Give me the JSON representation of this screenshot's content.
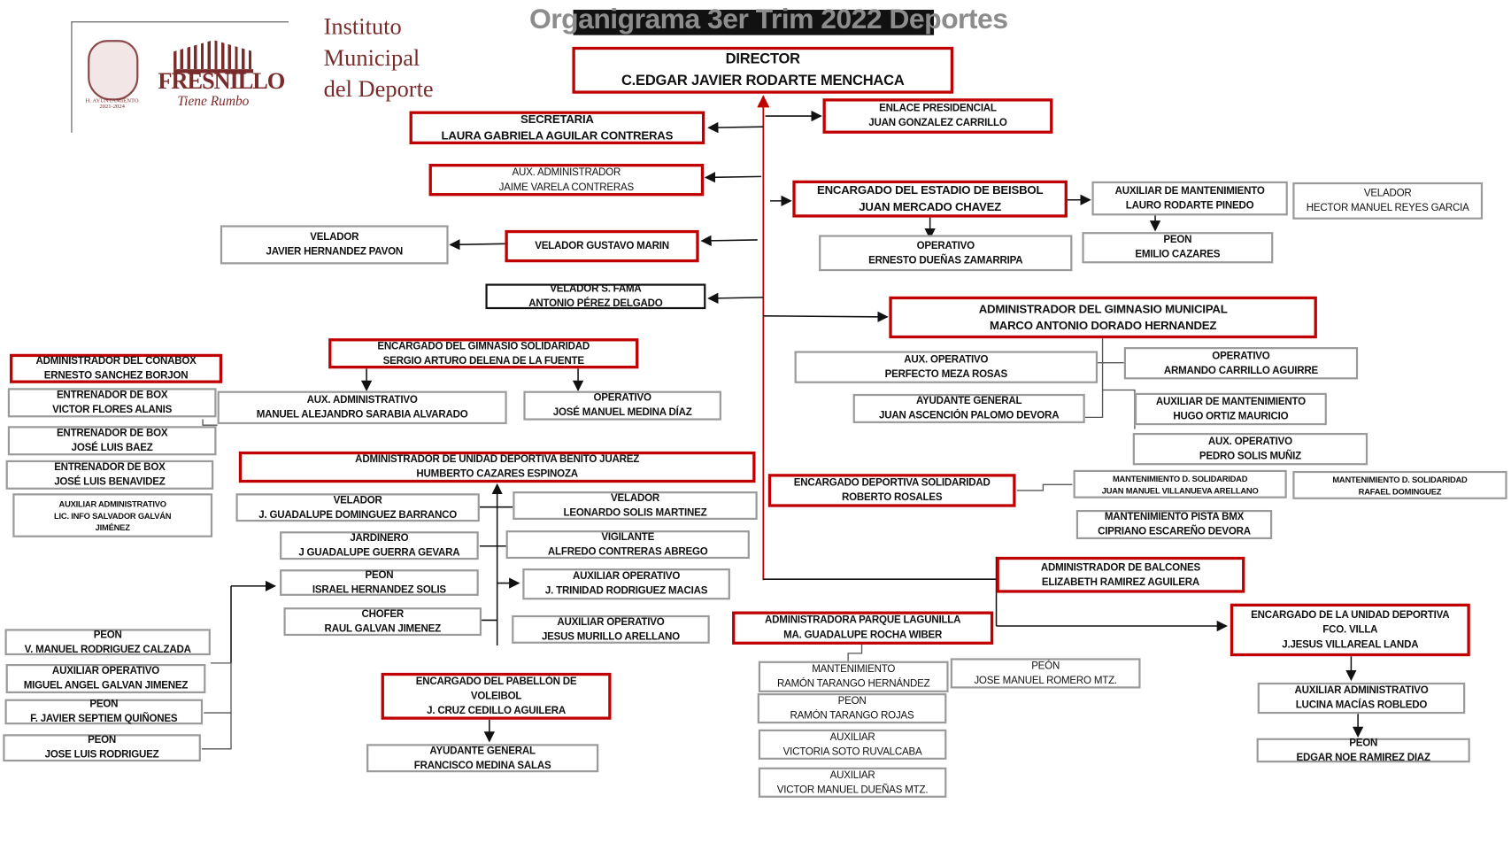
{
  "title": "Organigrama 3er Trim 2022 Deportes",
  "logo": {
    "city": "FRESNILLO",
    "slogan": "Tiene Rumbo",
    "ayuntamiento": "H. AYUNTAMIENTO 2021-2024"
  },
  "institute": [
    "Instituto",
    "Municipal",
    "del Deporte"
  ],
  "colors": {
    "accent": "#c00000",
    "brand": "#7a2b2b",
    "title": "#8c8c8c"
  },
  "boxes": [
    {
      "lines": [
        "DIRECTOR",
        "C.EDGAR JAVIER RODARTE MENCHACA"
      ]
    },
    {
      "lines": [
        "SECRETARIA",
        "LAURA GABRIELA AGUILAR CONTRERAS"
      ]
    },
    {
      "lines": [
        "ENLACE PRESIDENCIAL",
        "JUAN  GONZALEZ CARRILLO"
      ]
    },
    {
      "lines": [
        "AUX. ADMINISTRADOR",
        "JAIME VARELA CONTRERAS"
      ]
    },
    {
      "lines": [
        "ENCARGADO DEL ESTADIO DE BEISBOL",
        "JUAN MERCADO CHAVEZ"
      ]
    },
    {
      "lines": [
        "AUXILIAR DE MANTENIMIENTO",
        "LAURO RODARTE PINEDO"
      ]
    },
    {
      "lines": [
        "VELADOR",
        "HECTOR MANUEL REYES GARCIA"
      ]
    },
    {
      "lines": [
        "VELADOR",
        "JAVIER HERNANDEZ PAVON"
      ]
    },
    {
      "lines": [
        "VELADOR GUSTAVO MARIN"
      ]
    },
    {
      "lines": [
        "OPERATIVO",
        "ERNESTO DUEÑAS ZAMARRIPA"
      ]
    },
    {
      "lines": [
        "PEON",
        "EMILIO CAZARES"
      ]
    },
    {
      "lines": [
        "VELADOR S. FAMA",
        "ANTONIO PÉREZ  DELGADO"
      ]
    },
    {
      "lines": [
        "ADMINISTRADOR DEL GIMNASIO MUNICIPAL",
        "MARCO ANTONIO DORADO HERNANDEZ"
      ]
    },
    {
      "lines": [
        "ADMINISTRADOR DEL CONABOX",
        "ERNESTO SANCHEZ BORJON"
      ]
    },
    {
      "lines": [
        "ENCARGADO DEL GIMNASIO SOLIDARIDAD",
        "SERGIO ARTURO DELENA DE LA FUENTE"
      ]
    },
    {
      "lines": [
        "AUX. OPERATIVO",
        "PERFECTO MEZA ROSAS"
      ]
    },
    {
      "lines": [
        "OPERATIVO",
        "ARMANDO CARRILLO AGUIRRE"
      ]
    },
    {
      "lines": [
        "ENTRENADOR DE BOX",
        "VICTOR FLORES ALANIS"
      ]
    },
    {
      "lines": [
        "AUX. ADMINISTRATIVO",
        "MANUEL ALEJANDRO  SARABIA ALVARADO"
      ]
    },
    {
      "lines": [
        "OPERATIVO",
        "JOSÉ MANUEL MEDINA DÍAZ"
      ]
    },
    {
      "lines": [
        "AYUDANTE GENERAL",
        "JUAN ASCENCIÓN PALOMO DEVORA"
      ]
    },
    {
      "lines": [
        "AUXILIAR DE MANTENIMIENTO",
        "HUGO ORTIZ MAURICIO"
      ]
    },
    {
      "lines": [
        "ENTRENADOR DE BOX",
        "JOSÉ LUIS BAEZ"
      ]
    },
    {
      "lines": [
        "AUX. OPERATIVO",
        "PEDRO SOLIS MUÑIZ"
      ]
    },
    {
      "lines": [
        "ADMINISTRADOR DE UNIDAD DEPORTIVA BENITO JUAREZ",
        "HUMBERTO CAZARES ESPINOZA"
      ]
    },
    {
      "lines": [
        "ENTRENADOR DE BOX",
        "JOSÉ LUIS BENAVIDEZ"
      ]
    },
    {
      "lines": [
        "ENCARGADO DEPORTIVA SOLIDARIDAD",
        "ROBERTO ROSALES"
      ]
    },
    {
      "lines": [
        "MANTENIMIENTO D. SOLIDARIDAD",
        "JUAN MANUEL VILLANUEVA ARELLANO"
      ]
    },
    {
      "lines": [
        "MANTENIMIENTO D. SOLIDARIDAD",
        "RAFAEL DOMINGUEZ"
      ]
    },
    {
      "lines": [
        "AUXILIAR ADMINISTRATIVO",
        "LIC. INFO SALVADOR GALVÁN",
        "JIMÉNEZ"
      ]
    },
    {
      "lines": [
        "VELADOR",
        "J. GUADALUPE DOMINGUEZ BARRANCO"
      ]
    },
    {
      "lines": [
        "VELADOR",
        "LEONARDO SOLIS MARTINEZ"
      ]
    },
    {
      "lines": [
        "MANTENIMIENTO PISTA BMX",
        "CIPRIANO ESCAREÑO DEVORA"
      ]
    },
    {
      "lines": [
        "JARDINERO",
        "J GUADALUPE GUERRA GEVARA"
      ]
    },
    {
      "lines": [
        "VIGILANTE",
        "ALFREDO CONTRERAS ABREGO"
      ]
    },
    {
      "lines": [
        "ADMINISTRADOR DE BALCONES",
        "ELIZABETH RAMIREZ AGUILERA"
      ]
    },
    {
      "lines": [
        "PEON",
        "ISRAEL HERNANDEZ SOLIS"
      ]
    },
    {
      "lines": [
        "AUXILIAR OPERATIVO",
        "J. TRINIDAD RODRIGUEZ MACIAS"
      ]
    },
    {
      "lines": [
        "CHOFER",
        "RAUL  GALVAN JIMENEZ"
      ]
    },
    {
      "lines": [
        "AUXILIAR OPERATIVO",
        "JESUS  MURILLO ARELLANO"
      ]
    },
    {
      "lines": [
        "ADMINISTRADORA PARQUE LAGUNILLA",
        "MA. GUADALUPE ROCHA WIBER"
      ]
    },
    {
      "lines": [
        "ENCARGADO DE LA UNIDAD DEPORTIVA",
        "FCO. VILLA",
        "J.JESUS VILLAREAL LANDA"
      ]
    },
    {
      "lines": [
        "PEON",
        "V. MANUEL RODRIGUEZ CALZADA"
      ]
    },
    {
      "lines": [
        "MANTENIMIENTO",
        "RAMÓN TARANGO HERNÁNDEZ"
      ]
    },
    {
      "lines": [
        "PEÓN",
        "JOSE MANUEL ROMERO MTZ."
      ]
    },
    {
      "lines": [
        "AUXILIAR OPERATIVO",
        "MIGUEL ANGEL GALVAN JIMENEZ"
      ]
    },
    {
      "lines": [
        "ENCARGADO DEL PABELLÓN DE",
        "VOLEIBOL",
        "J. CRUZ CEDILLO AGUILERA"
      ]
    },
    {
      "lines": [
        "AUXILIAR ADMINISTRATIVO",
        "LUCINA MACÍAS ROBLEDO"
      ]
    },
    {
      "lines": [
        "PEON",
        "F. JAVIER SEPTIEM QUIÑONES"
      ]
    },
    {
      "lines": [
        "PEON",
        "RAMÓN TARANGO  ROJAS"
      ]
    },
    {
      "lines": [
        "AUXILIAR",
        "VICTORIA SOTO RUVALCABA"
      ]
    },
    {
      "lines": [
        "PEON",
        "JOSE LUIS RODRIGUEZ"
      ]
    },
    {
      "lines": [
        "PEON",
        "EDGAR NOE RAMIREZ DIAZ"
      ]
    },
    {
      "lines": [
        "AYUDANTE GENERAL",
        "FRANCISCO MEDINA SALAS"
      ]
    },
    {
      "lines": [
        "AUXILIAR",
        "VICTOR MANUEL DUEÑAS MTZ."
      ]
    }
  ]
}
